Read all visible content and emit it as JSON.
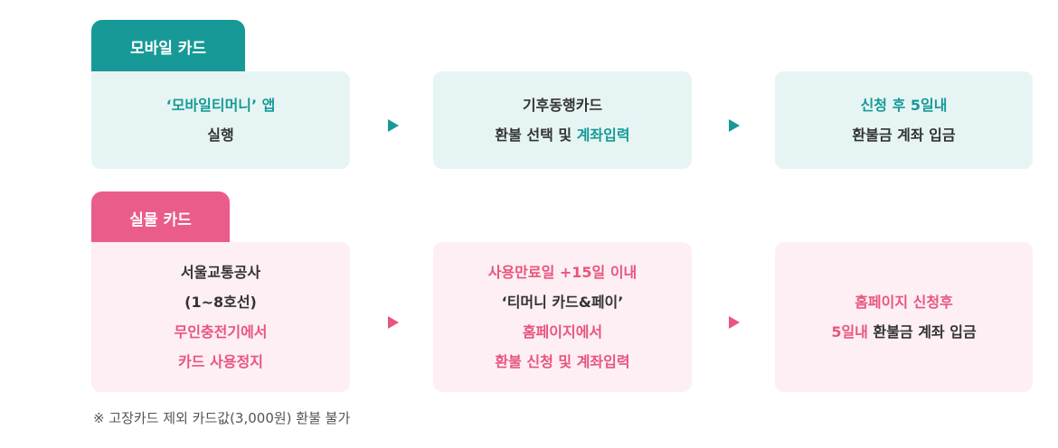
{
  "colors": {
    "teal": "#179a97",
    "pink": "#e8557f",
    "teal_bg": "#e6f5f4",
    "pink_bg": "#fdeff3",
    "text": "#333333"
  },
  "mobile": {
    "tab_label": "모바일 카드",
    "step1": {
      "line1": "‘모바일티머니’ 앱",
      "line2": "실행"
    },
    "step2": {
      "line1": "기후동행카드",
      "line2_a": "환불 선택 및 ",
      "line2_b": "계좌입력"
    },
    "step3": {
      "line1": "신청 후 5일내",
      "line2": "환불금 계좌 입금"
    }
  },
  "physical": {
    "tab_label": "실물 카드",
    "step1": {
      "line1": "서울교통공사",
      "line2": "(1~8호선)",
      "line3": "무인충전기에서",
      "line4": "카드 사용정지"
    },
    "step2": {
      "line1": "사용만료일 +15일 이내",
      "line2": "‘티머니 카드&페이’",
      "line3": "홈페이지에서",
      "line4": "환불 신청 및 계좌입력"
    },
    "step3": {
      "line1": "홈페이지 신청후",
      "line2_a": "5일내 ",
      "line2_b": "환불금 계좌 입금"
    }
  },
  "note": "※ 고장카드 제외 카드값(3,000원) 환불 불가"
}
